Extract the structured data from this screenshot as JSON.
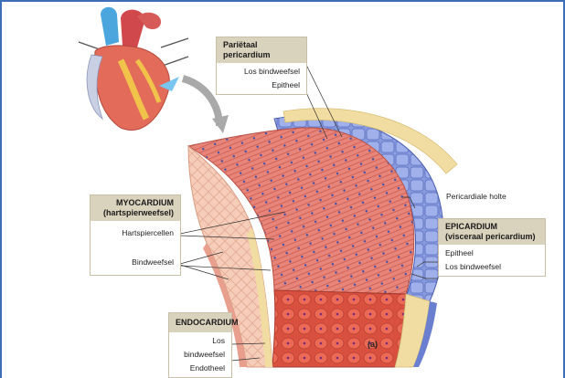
{
  "labels": {
    "parietal": {
      "title": "Pariëtaal pericardium",
      "items": [
        "Los bindweefsel",
        "Epitheel"
      ]
    },
    "myocardium": {
      "title_line1": "MYOCARDIUM",
      "title_line2": "(hartspierweefsel)",
      "items": [
        "Hartspiercellen",
        "Bindweefsel"
      ]
    },
    "epicardium": {
      "title_line1": "EPICARDIUM",
      "title_line2": "(visceraal pericardium)",
      "items": [
        "Epitheel",
        "Los bindweefsel"
      ]
    },
    "endocardium": {
      "title": "ENDOCARDIUM",
      "items": [
        "Los bindweefsel",
        "Endotheel"
      ]
    },
    "pericardial_cavity": "Pericardiale holte",
    "panel_letter": "(a)"
  },
  "colors": {
    "frame": "#3c6fb8",
    "muscle": "#e07466",
    "muscle_light": "#f0a99b",
    "endo": "#f3c9b6",
    "fat": "#f1dca1",
    "epi_blue": "#6a7fd0",
    "box_head": "#d9d2bd"
  }
}
